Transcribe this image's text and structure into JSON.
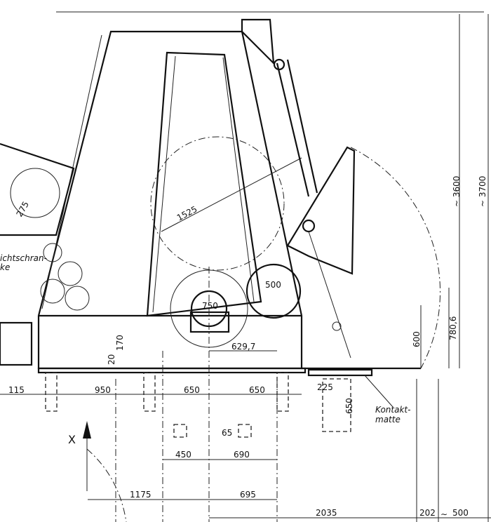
{
  "drawing": {
    "dimensions": {
      "height_total_1": "~ 3600",
      "height_total_2": "~ 3700",
      "drum_diameter": "1525",
      "roller_diameter": "500",
      "hub_diameter": "750",
      "height_780": "780,6",
      "height_600": "600",
      "height_170": "170",
      "height_20": "20",
      "offset_629": "629,7",
      "bottom_115": "115",
      "bottom_950": "950",
      "bottom_650_a": "650",
      "bottom_650_b": "650",
      "mat_225": "225",
      "mat_650": "650",
      "dim_65": "65",
      "dim_450": "450",
      "dim_690": "690",
      "dim_1175": "1175",
      "dim_695": "695",
      "dim_2035": "2035",
      "dim_202": "202",
      "dim_500": "500",
      "left_275": "275"
    },
    "labels": {
      "light_barrier_1": "ichtschran-",
      "light_barrier_2": "ke",
      "contact_mat_1": "Kontakt-",
      "contact_mat_2": "matte",
      "axis_x": "X"
    }
  }
}
